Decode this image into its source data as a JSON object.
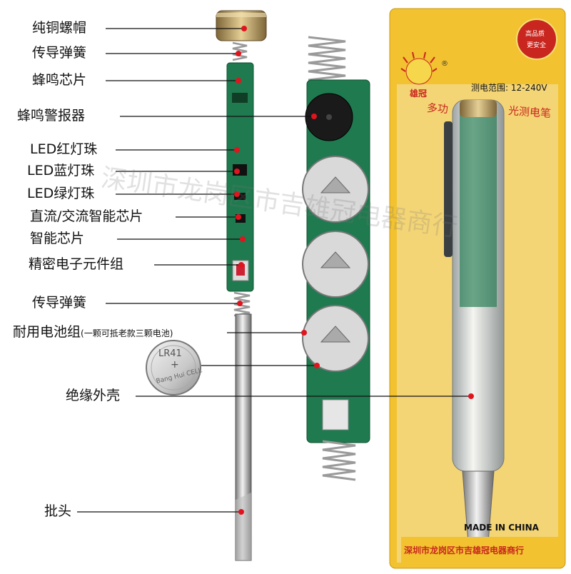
{
  "callouts": [
    {
      "id": "nut",
      "label": "纯铜螺帽"
    },
    {
      "id": "spring_top",
      "label": "传导弹簧"
    },
    {
      "id": "buzzer_chip",
      "label": "蜂鸣芯片"
    },
    {
      "id": "buzzer",
      "label": "蜂鸣警报器"
    },
    {
      "id": "led_red",
      "label": "LED红灯珠"
    },
    {
      "id": "led_blue",
      "label": "LED蓝灯珠"
    },
    {
      "id": "led_green",
      "label": "LED绿灯珠"
    },
    {
      "id": "dcac_chip",
      "label": "直流/交流智能芯片"
    },
    {
      "id": "smart_chip",
      "label": "智能芯片"
    },
    {
      "id": "precision",
      "label": "精密电子元件组"
    },
    {
      "id": "spring_bottom",
      "label": "传导弹簧"
    },
    {
      "id": "battery",
      "label": "耐用电池组",
      "note": "(一颗可抵老款三颗电池)"
    },
    {
      "id": "shell",
      "label": "绝缘外壳"
    },
    {
      "id": "tip",
      "label": "批头"
    }
  ],
  "coin_cell": {
    "model": "LR41",
    "sign": "+",
    "brand": "Bang Hui CELL"
  },
  "package": {
    "badge_line1": "高品质",
    "badge_line2": "更安全",
    "brand": "雄冠",
    "registered": "®",
    "range_label": "测电范围: 12-240V",
    "product_name_left": "多功",
    "product_name_right": "光测电笔",
    "made_in": "MADE IN CHINA",
    "company": "深圳市龙岗区市吉雄冠电器商行"
  },
  "watermark": "深圳市龙岗区市吉雄冠电器商行",
  "colors": {
    "pcb": "#1f7a4f",
    "brass": "#b8975a",
    "pkg_yellow": "#f2c230",
    "pkg_red": "#c8261e",
    "dot": "#e0141e"
  }
}
